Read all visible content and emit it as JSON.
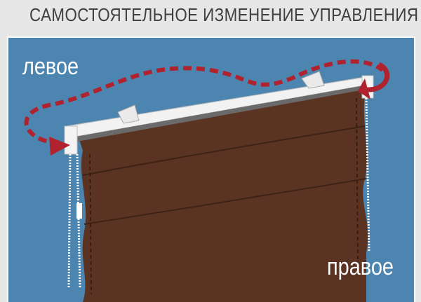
{
  "title": "САМОСТОЯТЕЛЬНОЕ ИЗМЕНЕНИЕ УПРАВЛЕНИЯ",
  "labels": {
    "left": "левое",
    "right": "правое"
  },
  "colors": {
    "background": "#e7e7e7",
    "panel": "#4c86b0",
    "blind": "#5b3322",
    "arrow": "#b0222e"
  }
}
